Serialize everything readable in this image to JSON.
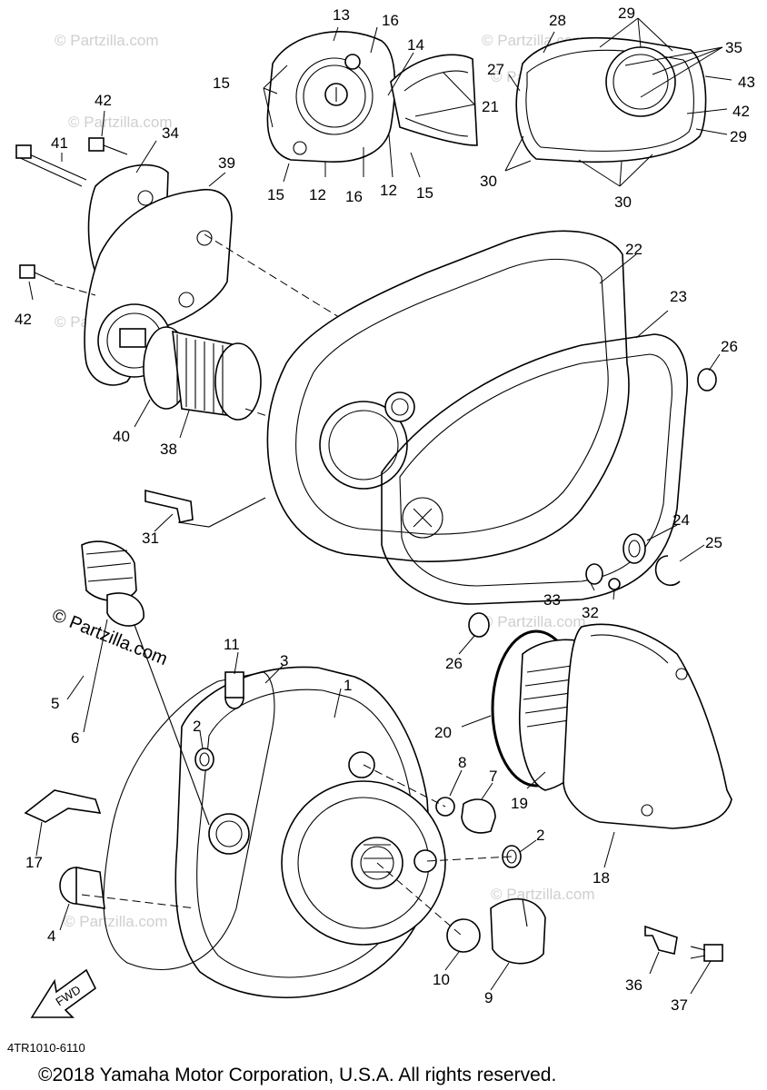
{
  "diagram_code": "4TR1010-6110",
  "copyright": "©2018 Yamaha Motor Corporation, U.S.A. All rights reserved.",
  "watermark": "© Partzilla.com",
  "fwd_label": "FWD",
  "callouts": [
    "1",
    "2",
    "3",
    "4",
    "5",
    "6",
    "7",
    "8",
    "9",
    "10",
    "11",
    "12",
    "13",
    "14",
    "15",
    "16",
    "17",
    "18",
    "19",
    "20",
    "21",
    "22",
    "23",
    "24",
    "25",
    "26",
    "27",
    "28",
    "29",
    "30",
    "31",
    "32",
    "33",
    "34",
    "35",
    "36",
    "37",
    "38",
    "39",
    "40",
    "41",
    "42",
    "43"
  ]
}
